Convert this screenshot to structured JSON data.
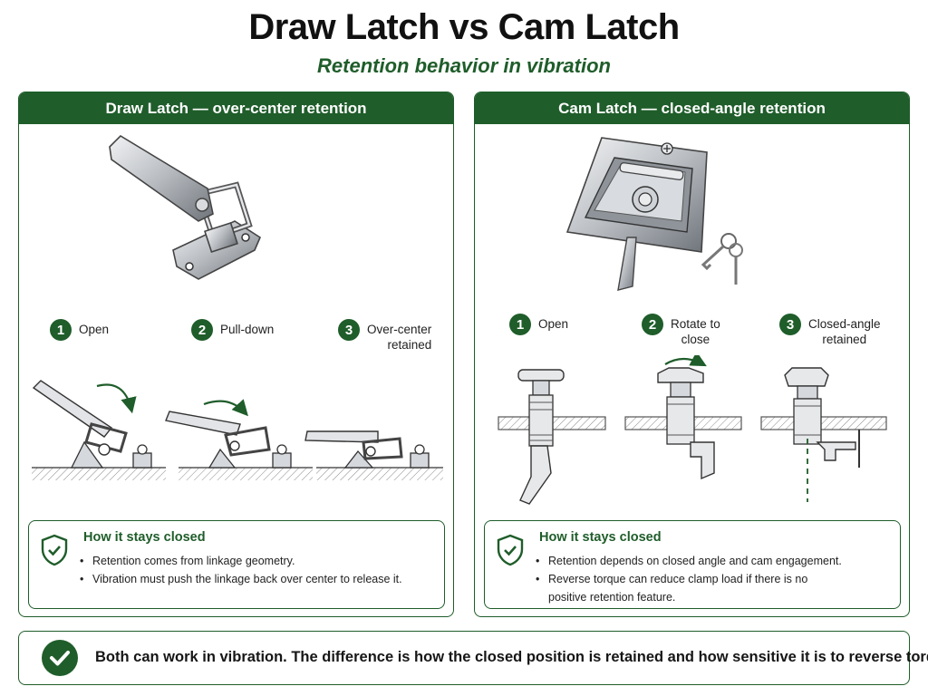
{
  "title": "Draw Latch vs Cam Latch",
  "subtitle": "Retention behavior in vibration",
  "left_panel": {
    "header": "Draw Latch — over-center retention",
    "steps": [
      {
        "number": "1",
        "label_line1": "Open",
        "label_line2": ""
      },
      {
        "number": "2",
        "label_line1": "Pull-down",
        "label_line2": ""
      },
      {
        "number": "3",
        "label_line1": "Over-center",
        "label_line2": "retained"
      }
    ],
    "info": {
      "title": "How it stays closed",
      "bullets": [
        "Retention comes from linkage geometry.",
        "Vibration must push the linkage back over center to release it."
      ]
    }
  },
  "right_panel": {
    "header": "Cam Latch — closed-angle retention",
    "steps": [
      {
        "number": "1",
        "label_line1": "Open",
        "label_line2": ""
      },
      {
        "number": "2",
        "label_line1": "Rotate to",
        "label_line2": "close"
      },
      {
        "number": "3",
        "label_line1": "Closed-angle",
        "label_line2": "retained"
      }
    ],
    "info": {
      "title": "How it stays closed",
      "bullets": [
        "Retention depends on closed angle and cam engagement.",
        "Reverse torque can reduce clamp load if there is no",
        "positive retention feature."
      ]
    }
  },
  "footer": {
    "text": "Both can work in vibration. The difference is how the closed position is retained and how sensitive it is to reverse torque."
  },
  "colors": {
    "accent": "#1f5d2a",
    "text": "#141414",
    "metal": "#c9ccd0",
    "hatch": "#8a8a8a"
  },
  "icons": [
    "shield-check-icon",
    "check-circle-icon",
    "arrow-icon"
  ]
}
